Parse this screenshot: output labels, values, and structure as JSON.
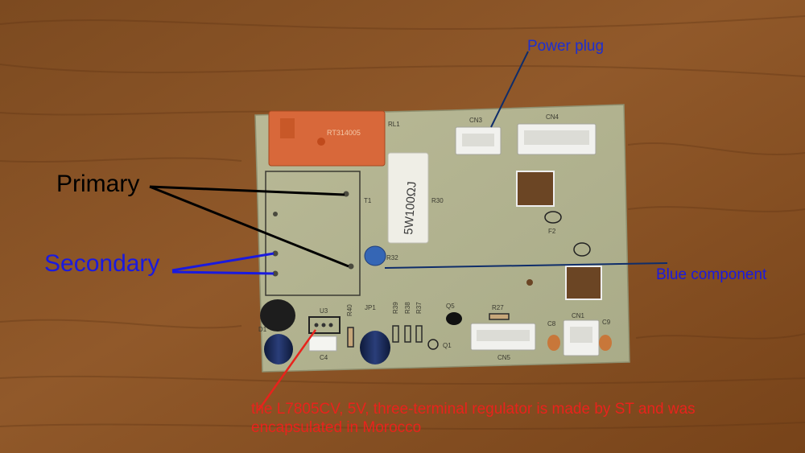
{
  "colors": {
    "wood": "#8a5628",
    "board": "#b4b592",
    "relay": "#d8683a",
    "black_annotation": "#000000",
    "blue_annotation": "#1a1adf",
    "power_annotation": "#1d2fd0",
    "red_annotation": "#e8231c"
  },
  "annotations": {
    "primary": "Primary",
    "secondary": "Secondary",
    "power_plug": "Power plug",
    "blue_component": "Blue component",
    "regulator": "the L7805CV, 5V, three-terminal regulator is made by ST and was encapsulated in Morocco"
  },
  "silkscreen": {
    "rl1": "RL1",
    "cn3": "CN3",
    "cn4": "CN4",
    "t1": "T1",
    "r30": "R30",
    "r32": "R32",
    "f2": "F2",
    "u3": "U3",
    "jp1": "JP1",
    "r40": "R40",
    "r39": "R39",
    "r38": "R38",
    "r37": "R37",
    "q5": "Q5",
    "q1": "Q1",
    "r27": "R27",
    "cn5": "CN5",
    "cn1": "CN1",
    "c8": "C8",
    "c9": "C9",
    "c4": "C4",
    "d1": "D1",
    "resistor_marking": "5W100ΩJ",
    "relay_marking": "RT314005"
  }
}
